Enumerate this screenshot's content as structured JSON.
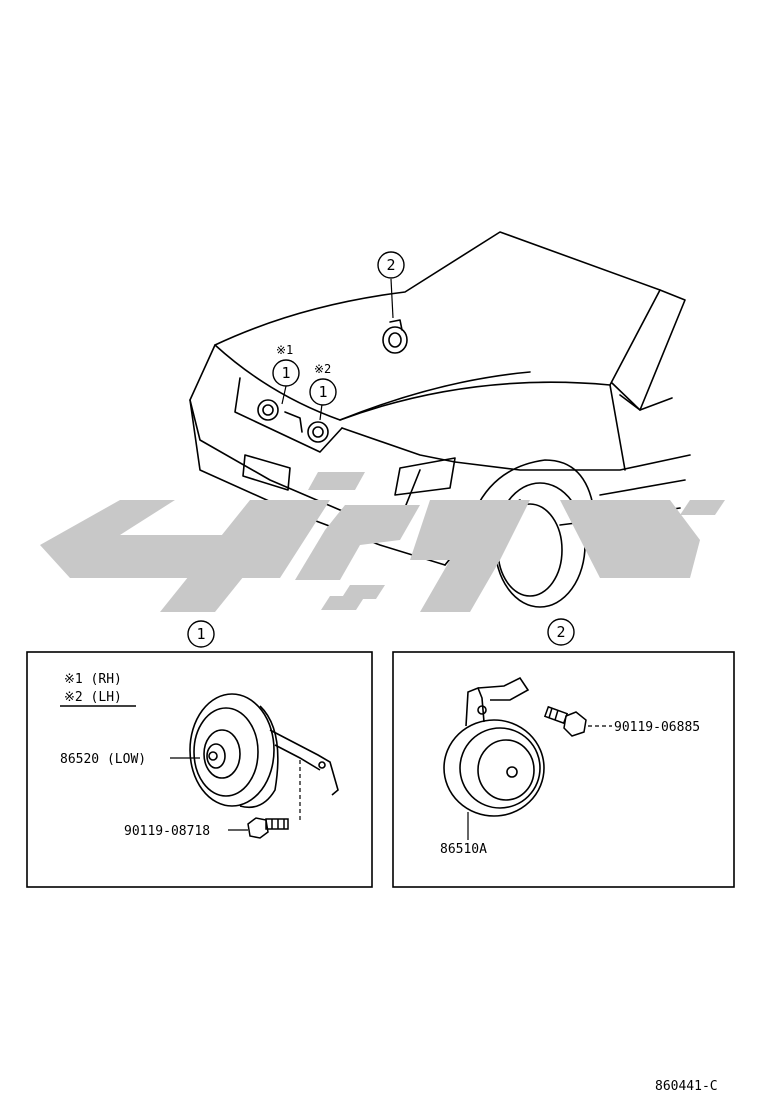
{
  "top_view": {
    "callout_1": "1",
    "callout_2": "2",
    "mark_1": "※1",
    "mark_2": "※2"
  },
  "panel_1": {
    "callout": "1",
    "legend_rh": "※1 (RH)",
    "legend_lh": "※2 (LH)",
    "horn_part": "86520 (LOW)",
    "bolt_part": "90119-08718"
  },
  "panel_2": {
    "callout": "2",
    "horn_part": "86510A",
    "bolt_part": "90119-06885"
  },
  "figure_id": "860441-C",
  "watermark": {
    "color": "#c8c8c8"
  }
}
